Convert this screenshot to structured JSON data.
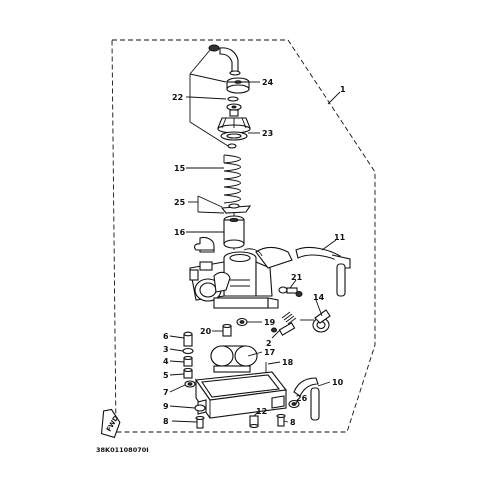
{
  "diagram": {
    "part_numbers": {
      "p1": "1",
      "p2": "2",
      "p3": "3",
      "p4": "4",
      "p5": "5",
      "p6": "6",
      "p7": "7",
      "p8a": "8",
      "p8b": "8",
      "p9": "9",
      "p10": "10",
      "p11": "11",
      "p12": "12",
      "p14": "14",
      "p15": "15",
      "p16": "16",
      "p17": "17",
      "p18": "18",
      "p19": "19",
      "p20": "20",
      "p21": "21",
      "p22": "22",
      "p23": "23",
      "p24": "24",
      "p25": "25",
      "p26": "26"
    },
    "fwd_label": "FWD",
    "diagram_code": "38K01108070I"
  }
}
